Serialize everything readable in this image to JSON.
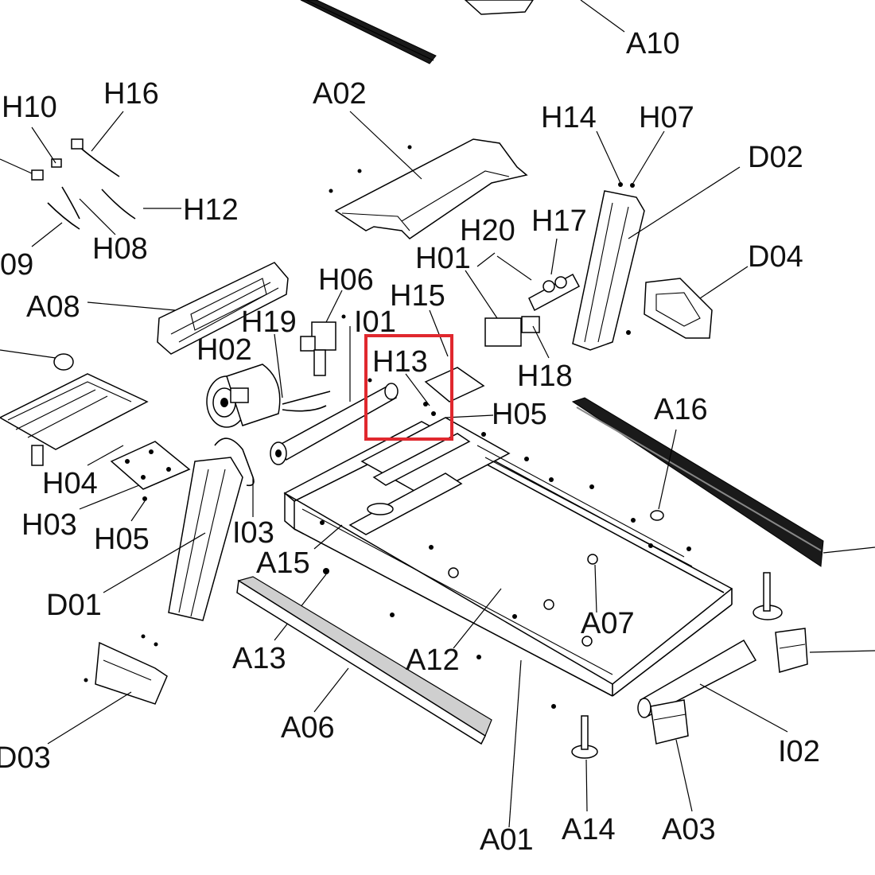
{
  "diagram": {
    "highlight_color": "#e0282e",
    "highlighted_part": "H13",
    "labels": {
      "A01": "A01",
      "A02": "A02",
      "A03": "A03",
      "A06": "A06",
      "A07": "A07",
      "A08": "A08",
      "A10": "A10",
      "A12": "A12",
      "A13": "A13",
      "A14": "A14",
      "A15": "A15",
      "A16": "A16",
      "D01": "D01",
      "D02": "D02",
      "D03": "D03",
      "D04": "D04",
      "H01": "H01",
      "H02": "H02",
      "H03": "H03",
      "H04": "H04",
      "H05": "H05",
      "H05b": "H05",
      "H06": "H06",
      "H07": "H07",
      "H08": "H08",
      "H09": "09",
      "H10": "H10",
      "H12": "H12",
      "H13": "H13",
      "H14": "H14",
      "H15": "H15",
      "H16": "H16",
      "H17": "H17",
      "H18": "H18",
      "H19": "H19",
      "H20": "H20",
      "I01": "I01",
      "I02": "I02",
      "I03": "I03"
    }
  }
}
